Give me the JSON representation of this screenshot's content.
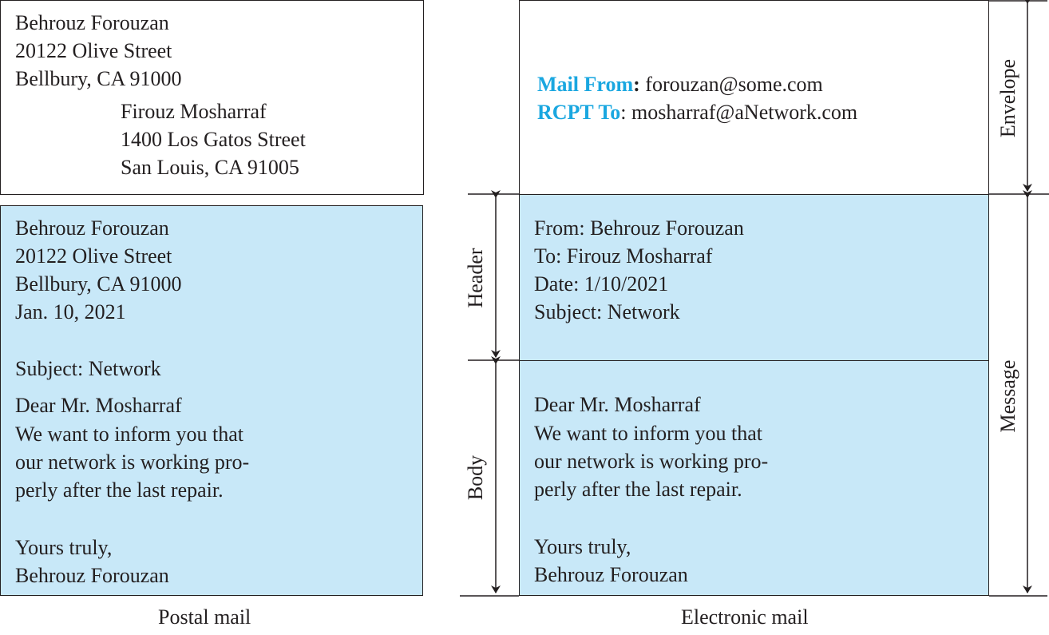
{
  "postal": {
    "envelope": {
      "sender": [
        "Behrouz Forouzan",
        "20122 Olive Street",
        "Bellbury, CA 91000"
      ],
      "recipient": [
        "Firouz Mosharraf",
        "1400 Los Gatos Street",
        "San Louis, CA 91005"
      ]
    },
    "letter": {
      "address": [
        "Behrouz Forouzan",
        "20122 Olive Street",
        "Bellbury, CA 91000",
        "Jan. 10, 2021"
      ],
      "subject": "Subject: Network",
      "body": [
        "Dear Mr. Mosharraf",
        "We want to inform you that",
        "our network is working pro-",
        "perly after the last repair."
      ],
      "closing": [
        "Yours truly,",
        "Behrouz Forouzan"
      ]
    },
    "caption": "Postal mail"
  },
  "electronic": {
    "envelope": {
      "mail_from_label": "Mail From",
      "mail_from_colon": ":",
      "mail_from_value": " forouzan@some.com",
      "rcpt_label": "RCPT To",
      "rcpt_colon": ":",
      "rcpt_value": " mosharraf@aNetwork.com"
    },
    "header": [
      "From: Behrouz Forouzan",
      "To: Firouz Mosharraf",
      "Date: 1/10/2021",
      "Subject: Network"
    ],
    "body": [
      "Dear Mr. Mosharraf",
      "We want to inform you that",
      "our network is working pro-",
      "perly after the last repair."
    ],
    "closing": [
      "Yours truly,",
      "Behrouz Forouzan"
    ],
    "caption": "Electronic mail"
  },
  "labels": {
    "header": "Header",
    "body": "Body",
    "envelope": "Envelope",
    "message": "Message"
  },
  "colors": {
    "accent": "#1aa7e0",
    "message_fill": "#c8e8f8",
    "line": "#231f20"
  }
}
